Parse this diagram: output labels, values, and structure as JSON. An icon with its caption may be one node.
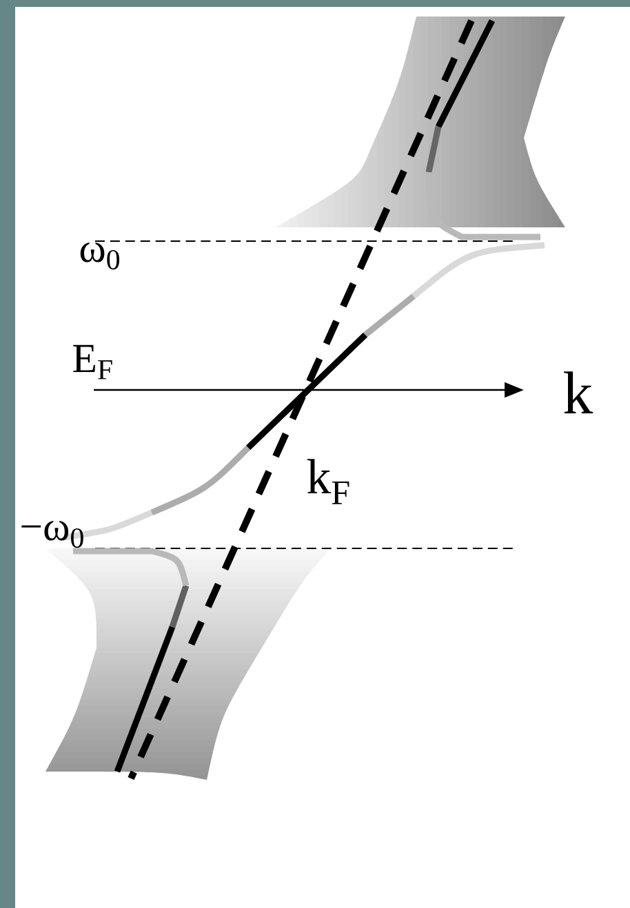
{
  "diagram": {
    "labels": [
      "ω$_{0}$",
      "E$_{F}$",
      "k",
      "k$_{F}$",
      "−ω$_{0}$"
    ]
  }
}
